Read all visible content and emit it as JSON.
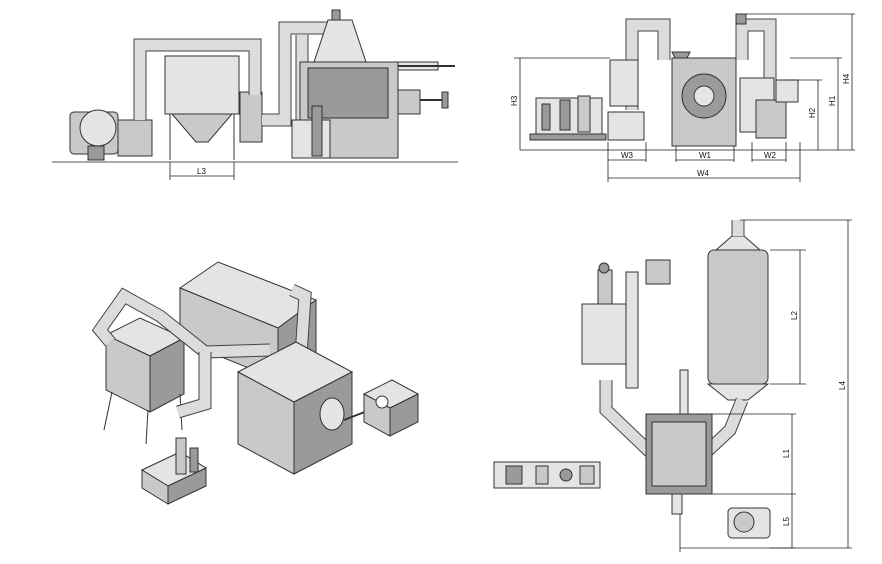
{
  "views": {
    "side": {
      "dims": {
        "l3": "L3"
      }
    },
    "front": {
      "dims": {
        "h3": "H3",
        "h4": "H4",
        "h1": "H1",
        "h2": "H2",
        "w3": "W3",
        "w1": "W1",
        "w2": "W2",
        "w4": "W4"
      }
    },
    "plan": {
      "dims": {
        "l2": "L2",
        "l4": "L4",
        "l1": "L1",
        "l5": "L5"
      }
    }
  }
}
